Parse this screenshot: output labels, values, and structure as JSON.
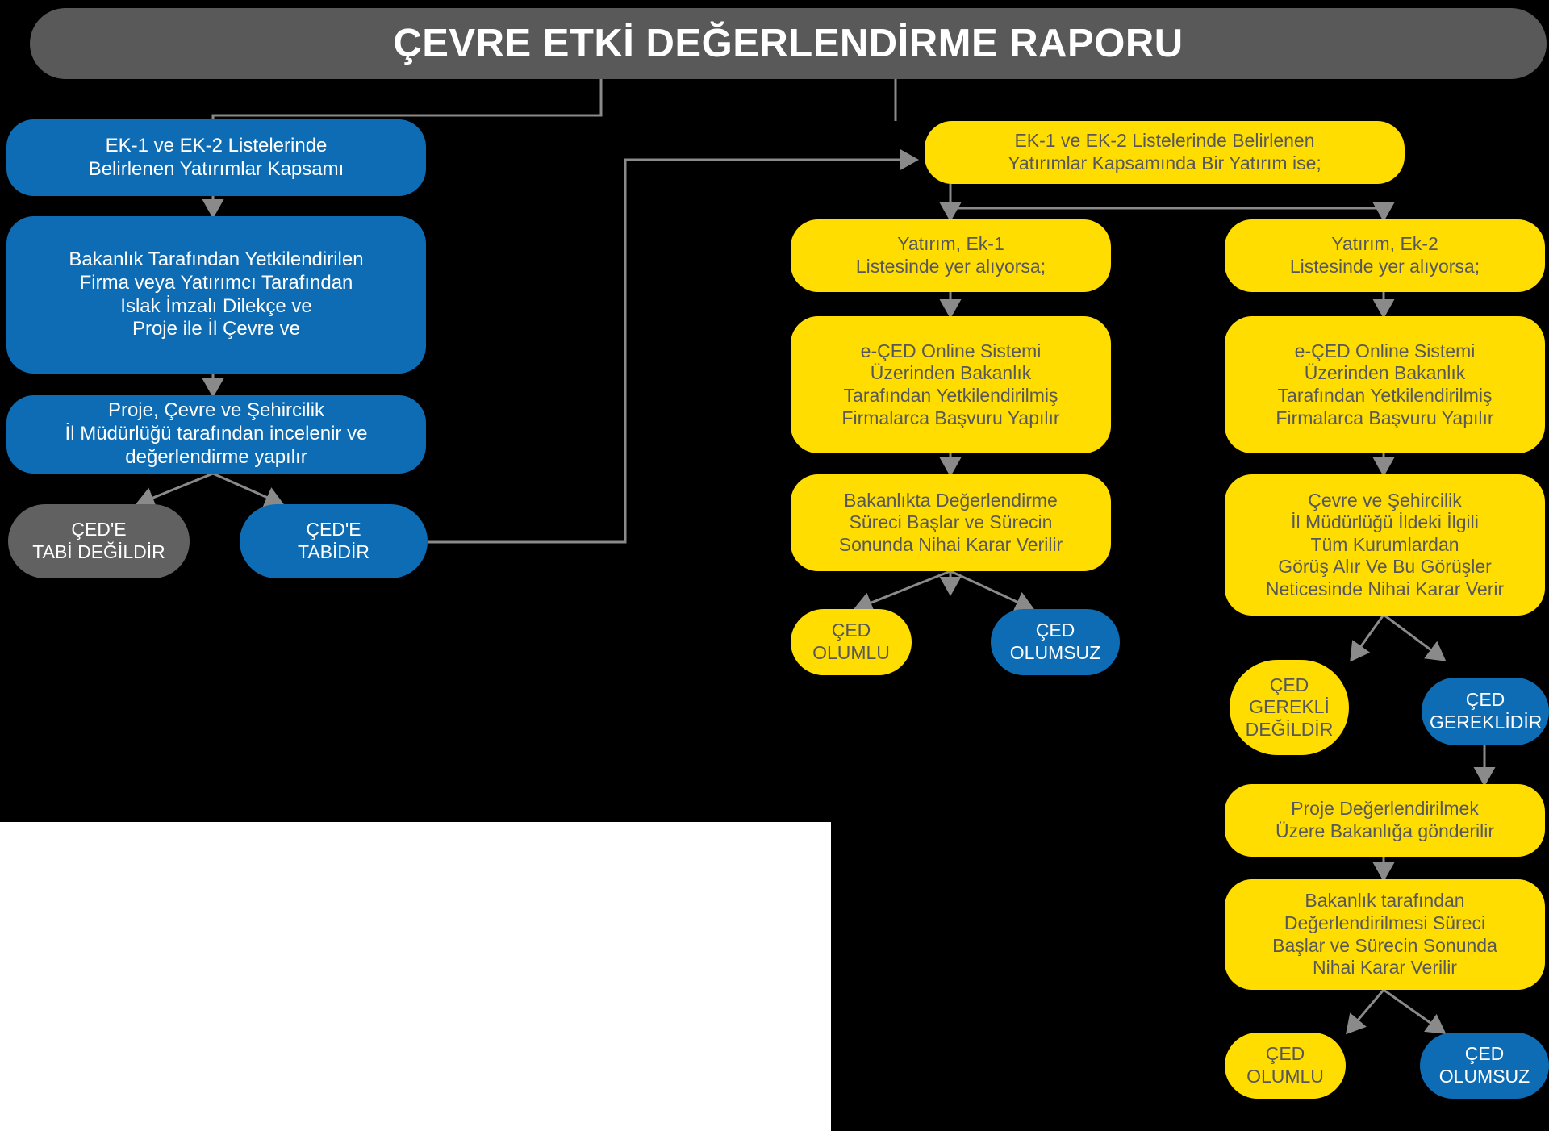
{
  "header": {
    "title": "ÇEVRE ETKİ DEĞERLENDİRME RAPORU",
    "bg_color": "#595959",
    "text_color": "#ffffff"
  },
  "colors": {
    "blue": "#0D6CB4",
    "yellow": "#FFDD00",
    "gray": "#616161",
    "yellow_text": "#58585A",
    "background": "#000000",
    "connector": "#8A8A8A"
  },
  "left_branch": {
    "nodes": [
      {
        "id": "left-1",
        "style": "blue",
        "lines": [
          "EK-1 ve EK-2 Listelerinde",
          "Belirlenen Yatırımlar Kapsamı"
        ]
      },
      {
        "id": "left-2",
        "style": "blue",
        "lines": [
          "Bakanlık Tarafından Yetkilendirilen",
          "Firma veya Yatırımcı Tarafından",
          "Islak İmzalı Dilekçe ve",
          "Proje ile İl Çevre ve"
        ]
      },
      {
        "id": "left-3",
        "style": "blue",
        "lines": [
          "Proje, Çevre ve Şehircilik",
          "İl Müdürlüğü tarafından incelenir ve",
          "değerlendirme yapılır"
        ]
      },
      {
        "id": "left-4a",
        "style": "gray",
        "lines": [
          "ÇED'E",
          "TABİ DEĞİLDİR"
        ]
      },
      {
        "id": "left-4b",
        "style": "blue",
        "lines": [
          "ÇED'E",
          "TABİDİR"
        ]
      }
    ]
  },
  "right_branch": {
    "head": {
      "id": "right-head",
      "style": "yellow",
      "lines": [
        "EK-1 ve EK-2 Listelerinde Belirlenen",
        "Yatırımlar Kapsamında Bir Yatırım ise;"
      ]
    },
    "ek1_column": [
      {
        "id": "ek1-1",
        "style": "yellow",
        "lines": [
          "Yatırım, Ek-1",
          "Listesinde yer alıyorsa;"
        ]
      },
      {
        "id": "ek1-2",
        "style": "yellow",
        "lines": [
          "e-ÇED Online Sistemi",
          "Üzerinden Bakanlık",
          "Tarafından Yetkilendirilmiş",
          "Firmalarca Başvuru Yapılır"
        ]
      },
      {
        "id": "ek1-3",
        "style": "yellow",
        "lines": [
          "Bakanlıkta Değerlendirme",
          "Süreci Başlar ve Sürecin",
          "Sonunda Nihai Karar Verilir"
        ]
      },
      {
        "id": "ek1-4a",
        "style": "yellow",
        "lines": [
          "ÇED",
          "OLUMLU"
        ]
      },
      {
        "id": "ek1-4b",
        "style": "blue",
        "lines": [
          "ÇED",
          "OLUMSUZ"
        ]
      }
    ],
    "ek2_column": [
      {
        "id": "ek2-1",
        "style": "yellow",
        "lines": [
          "Yatırım, Ek-2",
          "Listesinde yer alıyorsa;"
        ]
      },
      {
        "id": "ek2-2",
        "style": "yellow",
        "lines": [
          "e-ÇED Online Sistemi",
          "Üzerinden Bakanlık",
          "Tarafından Yetkilendirilmiş",
          "Firmalarca Başvuru Yapılır"
        ]
      },
      {
        "id": "ek2-3",
        "style": "yellow",
        "lines": [
          "Çevre ve Şehircilik",
          "İl Müdürlüğü İldeki İlgili",
          "Tüm Kurumlardan",
          "Görüş Alır Ve Bu Görüşler",
          "Neticesinde Nihai Karar Verir"
        ]
      },
      {
        "id": "ek2-4a",
        "style": "yellow",
        "lines": [
          "ÇED",
          "GEREKLİ",
          "DEĞİLDİR"
        ]
      },
      {
        "id": "ek2-4b",
        "style": "blue",
        "lines": [
          "ÇED",
          "GEREKLİDİR"
        ]
      },
      {
        "id": "ek2-5",
        "style": "yellow",
        "lines": [
          "Proje Değerlendirilmek",
          "Üzere Bakanlığa gönderilir"
        ]
      },
      {
        "id": "ek2-6",
        "style": "yellow",
        "lines": [
          "Bakanlık tarafından",
          "Değerlendirilmesi Süreci",
          "Başlar ve Sürecin Sonunda",
          "Nihai Karar Verilir"
        ]
      },
      {
        "id": "ek2-7a",
        "style": "yellow",
        "lines": [
          "ÇED",
          "OLUMLU"
        ]
      },
      {
        "id": "ek2-7b",
        "style": "blue",
        "lines": [
          "ÇED",
          "OLUMSUZ"
        ]
      }
    ]
  }
}
